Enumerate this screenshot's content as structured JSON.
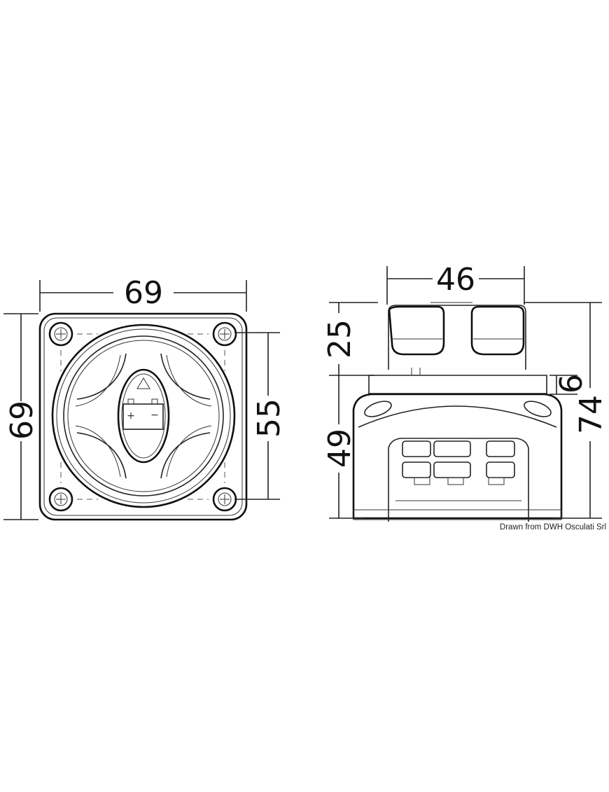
{
  "drawing": {
    "front_view": {
      "width_label": "69",
      "height_label": "69",
      "hole_spacing_label": "55",
      "battery_symbols": {
        "plus": "+",
        "minus": "−"
      }
    },
    "side_view": {
      "knob_width_label": "46",
      "knob_height_label": "25",
      "body_height_label": "49",
      "plate_height_label": "6",
      "total_height_label": "74"
    },
    "caption": "Drawn from DWH Osculati Srl",
    "line_color": "#111111",
    "background": "#ffffff"
  }
}
